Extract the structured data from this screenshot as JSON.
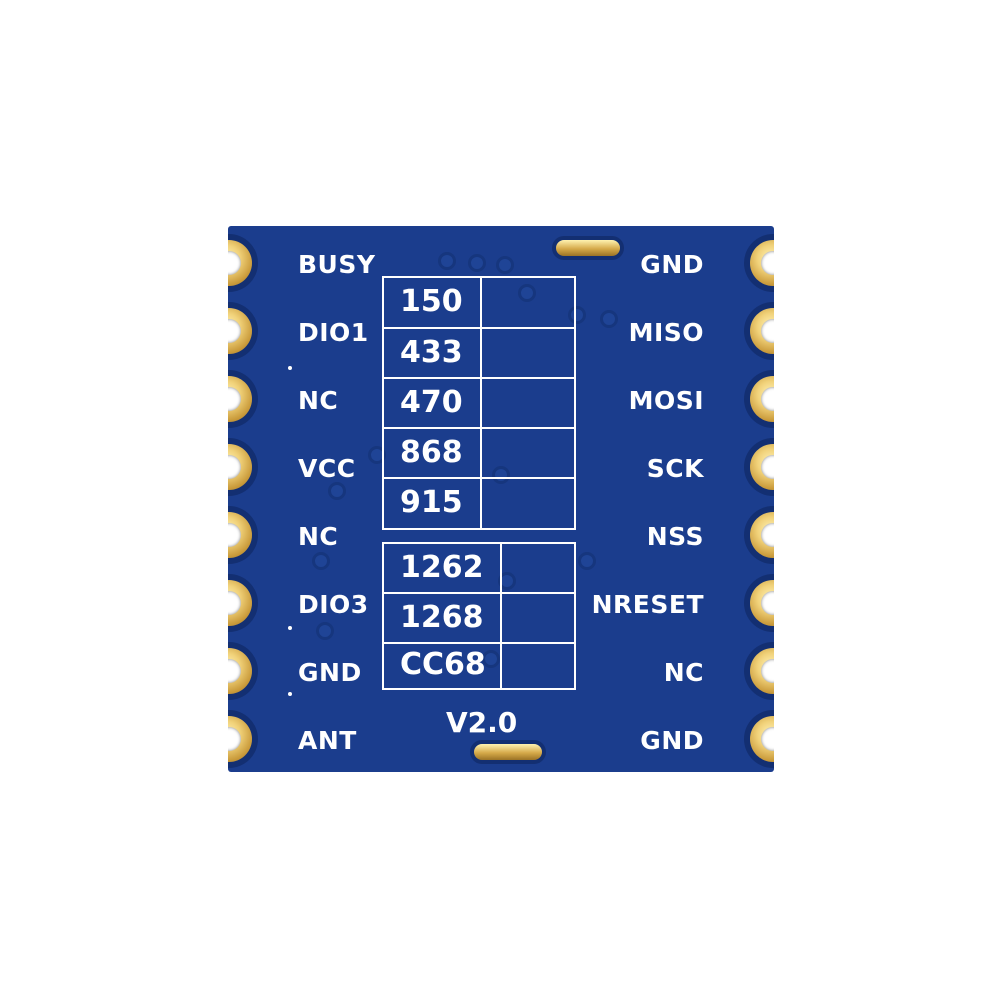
{
  "module": {
    "left_pins": [
      "BUSY",
      "DIO1",
      "NC",
      "VCC",
      "NC",
      "DIO3",
      "GND",
      "ANT"
    ],
    "right_pins": [
      "GND",
      "MISO",
      "MOSI",
      "SCK",
      "NSS",
      "NRESET",
      "NC",
      "GND"
    ],
    "frequency_table": [
      "150",
      "433",
      "470",
      "868",
      "915"
    ],
    "model_table": [
      "1262",
      "1268",
      "CC68"
    ],
    "version": "V2.0",
    "colors": {
      "board": "#1b3d8d",
      "silkscreen": "#ffffff",
      "gold": "#d6aa4a"
    }
  }
}
